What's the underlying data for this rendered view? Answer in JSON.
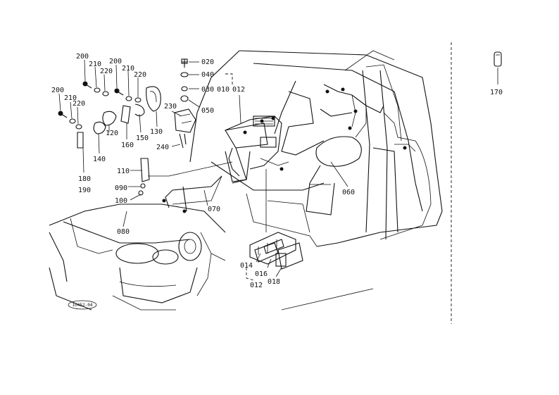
{
  "parts": {
    "p020": "020",
    "p040": "040",
    "p030": "030",
    "p050": "050",
    "p010": "010",
    "p012a": "012",
    "p200a": "200",
    "p210a": "210",
    "p220a": "220",
    "p200b": "200",
    "p210b": "210",
    "p220b": "220",
    "p200c": "200",
    "p210c": "210",
    "p220c": "220",
    "p230": "230",
    "p240": "240",
    "p130": "130",
    "p150": "150",
    "p160": "160",
    "p120": "120",
    "p140": "140",
    "p180": "180",
    "p190": "190",
    "p110": "110",
    "p090": "090",
    "p100": "100",
    "p070": "070",
    "p080": "080",
    "p060": "060",
    "p014": "014",
    "p016": "016",
    "p012b": "012",
    "p018": "018",
    "p170": "170"
  },
  "reference": "10452-04"
}
